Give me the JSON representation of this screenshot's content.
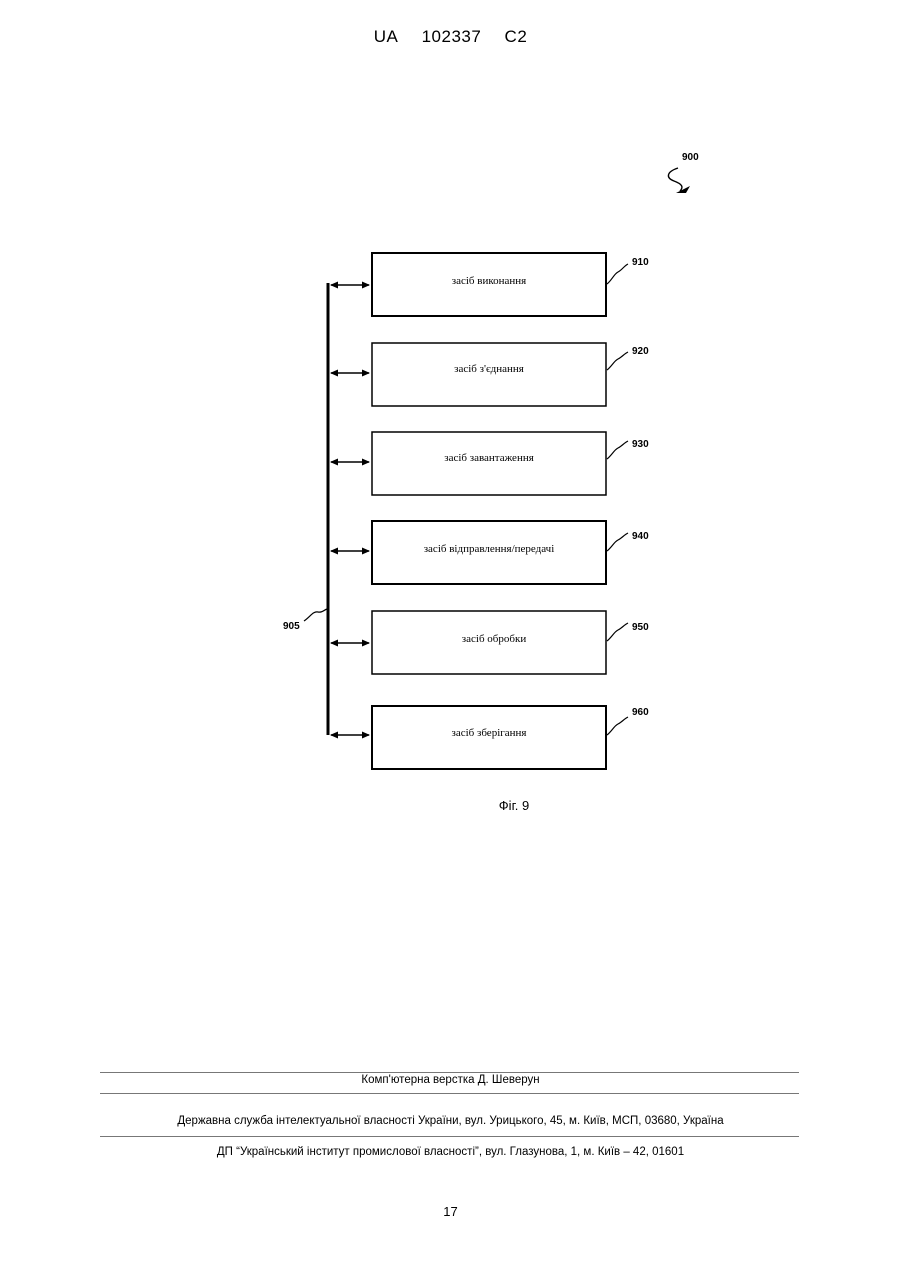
{
  "header": {
    "country": "UA",
    "number": "102337",
    "kind": "C2"
  },
  "figure": {
    "ref_main": "900",
    "ref_bus": "905",
    "boxes": [
      {
        "ref": "910",
        "label": "засіб виконання"
      },
      {
        "ref": "920",
        "label": "засіб з'єднання"
      },
      {
        "ref": "930",
        "label": "засіб завантаження"
      },
      {
        "ref": "940",
        "label": "засіб відправлення/передачі"
      },
      {
        "ref": "950",
        "label": "засіб обробки"
      },
      {
        "ref": "960",
        "label": "засіб зберігання"
      }
    ],
    "caption": "Фіг. 9"
  },
  "footer": {
    "layout_credit": "Комп'ютерна верстка Д. Шеверун",
    "agency": "Державна служба інтелектуальної власності України, вул. Урицького, 45, м. Київ, МСП, 03680, Україна",
    "institute": "ДП “Український інститут промислової власності”, вул. Глазунова, 1, м. Київ – 42, 01601"
  },
  "page_number": "17"
}
